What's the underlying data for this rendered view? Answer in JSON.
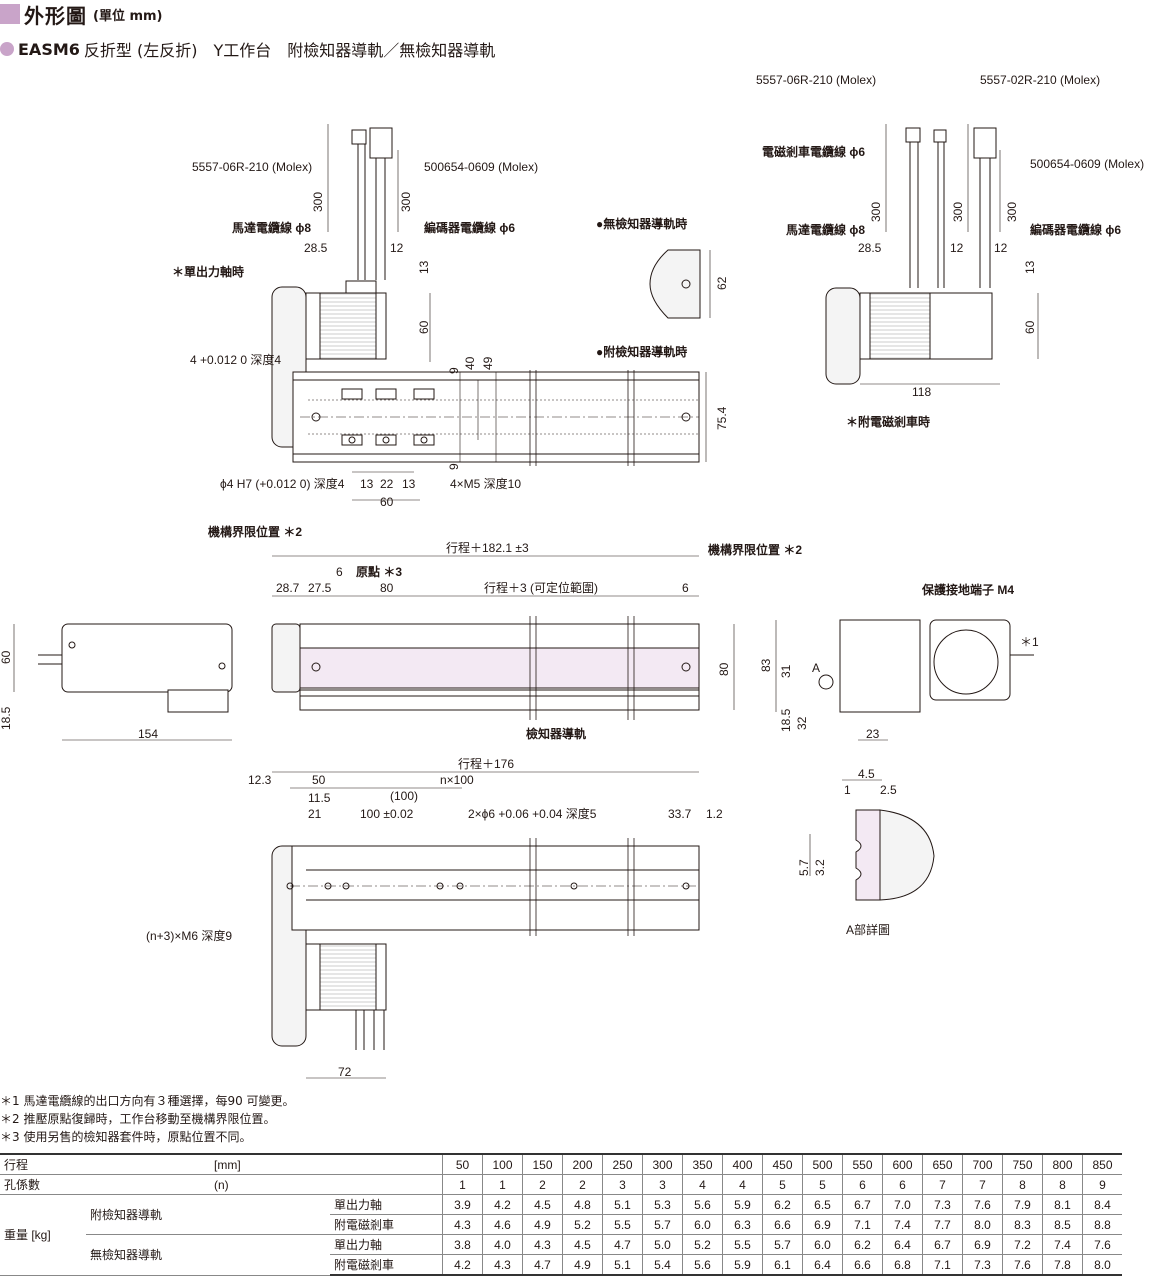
{
  "header": {
    "title": "外形圖",
    "unit": "(單位 mm)"
  },
  "subtitle": {
    "model": "EASM6",
    "text": "反折型 (左反折)　Y工作台　附檢知器導軌／無檢知器導軌"
  },
  "labels": {
    "molex_a": "5557-06R-210 (Molex)",
    "molex_b": "500654-0609 (Molex)",
    "molex_c": "5557-06R-210 (Molex)",
    "molex_d": "5557-02R-210 (Molex)",
    "molex_e": "500654-0609 (Molex)",
    "motor_cable": "馬達電纜線 ϕ8",
    "encoder_cable": "編碼器電纜線 ϕ6",
    "motor_cable_r": "馬達電纜線 ϕ8",
    "encoder_cable_r": "編碼器電纜線 ϕ6",
    "brake_cable": "電磁剎車電纜線 ϕ6",
    "single_shaft": "＊單出力軸時",
    "with_brake": "＊附電磁剎車時",
    "no_sensor_rail": "●無檢知器導軌時",
    "with_sensor_rail": "●附檢知器導軌時",
    "pin_hole": "ϕ4 H7 (+0.012 0) 深度4",
    "hole_4": "4 +0.012 0 深度4",
    "m5": "4×M5 深度10",
    "mech_limit_l": "機構界限位置 ＊2",
    "mech_limit_r": "機構界限位置 ＊2",
    "origin": "原點 ＊3",
    "stroke_182": "行程＋182.1 ±3",
    "stroke_3": "行程＋3 (可定位範圍)",
    "sensor_rail": "檢知器導軌",
    "ground_terminal": "保護接地端子 M4",
    "star1": "＊1",
    "a_mark": "A",
    "stroke_176": "行程＋176",
    "n100": "n×100",
    "p100": "(100)",
    "d100": "100 ±0.02",
    "phi6": "2×ϕ6 +0.06 +0.04 深度5",
    "m6": "(n+3)×M6 深度9",
    "a_detail": "A部詳圖"
  },
  "dims": {
    "d300a": "300",
    "d300b": "300",
    "d285": "28.5",
    "d12": "12",
    "d13": "13",
    "d60": "60",
    "d62": "62",
    "d9a": "9",
    "d40": "40",
    "d49": "49",
    "d754": "75.4",
    "d9b": "9",
    "d13a": "13",
    "d22": "22",
    "d13b": "13",
    "d60b": "60",
    "r300a": "300",
    "r300b": "300",
    "r300c": "300",
    "r285": "28.5",
    "r12a": "12",
    "r12b": "12",
    "r13": "13",
    "r60": "60",
    "r118": "118",
    "s287": "28.7",
    "s275": "27.5",
    "s6": "6",
    "s80": "80",
    "s6b": "6",
    "s80h": "80",
    "l60": "60",
    "l185": "18.5",
    "l154": "154",
    "e83": "83",
    "e31": "31",
    "e185": "18.5",
    "e32": "32",
    "e23": "23",
    "b123": "12.3",
    "b50": "50",
    "b115": "11.5",
    "b21": "21",
    "b337": "33.7",
    "b12": "1.2",
    "b72": "72",
    "a45": "4.5",
    "a1": "1",
    "a25": "2.5",
    "a57": "5.7",
    "a32": "3.2"
  },
  "notes": [
    "＊1 馬達電纜線的出口方向有３種選擇，每90 可變更。",
    "＊2 推壓原點復歸時，工作台移動至機構界限位置。",
    "＊3 使用另售的檢知器套件時，原點位置不同。"
  ],
  "table": {
    "stroke_label": "行程",
    "stroke_unit": "[mm]",
    "holes_label": "孔係數",
    "holes_unit": "(n)",
    "weight_label": "重量 [kg]",
    "group1": "附檢知器導軌",
    "group2": "無檢知器導軌",
    "row_single": "單出力軸",
    "row_brake": "附電磁剎車",
    "strokes": [
      "50",
      "100",
      "150",
      "200",
      "250",
      "300",
      "350",
      "400",
      "450",
      "500",
      "550",
      "600",
      "650",
      "700",
      "750",
      "800",
      "850"
    ],
    "holes": [
      "1",
      "1",
      "2",
      "2",
      "3",
      "3",
      "4",
      "4",
      "5",
      "5",
      "6",
      "6",
      "7",
      "7",
      "8",
      "8",
      "9"
    ],
    "w_sensor_single": [
      "3.9",
      "4.2",
      "4.5",
      "4.8",
      "5.1",
      "5.3",
      "5.6",
      "5.9",
      "6.2",
      "6.5",
      "6.7",
      "7.0",
      "7.3",
      "7.6",
      "7.9",
      "8.1",
      "8.4"
    ],
    "w_sensor_brake": [
      "4.3",
      "4.6",
      "4.9",
      "5.2",
      "5.5",
      "5.7",
      "6.0",
      "6.3",
      "6.6",
      "6.9",
      "7.1",
      "7.4",
      "7.7",
      "8.0",
      "8.3",
      "8.5",
      "8.8"
    ],
    "w_nosensor_single": [
      "3.8",
      "4.0",
      "4.3",
      "4.5",
      "4.7",
      "5.0",
      "5.2",
      "5.5",
      "5.7",
      "6.0",
      "6.2",
      "6.4",
      "6.7",
      "6.9",
      "7.2",
      "7.4",
      "7.6"
    ],
    "w_nosensor_brake": [
      "4.2",
      "4.3",
      "4.7",
      "4.9",
      "5.1",
      "5.4",
      "5.6",
      "5.9",
      "6.1",
      "6.4",
      "6.6",
      "6.8",
      "7.1",
      "7.3",
      "7.6",
      "7.8",
      "8.0"
    ]
  }
}
